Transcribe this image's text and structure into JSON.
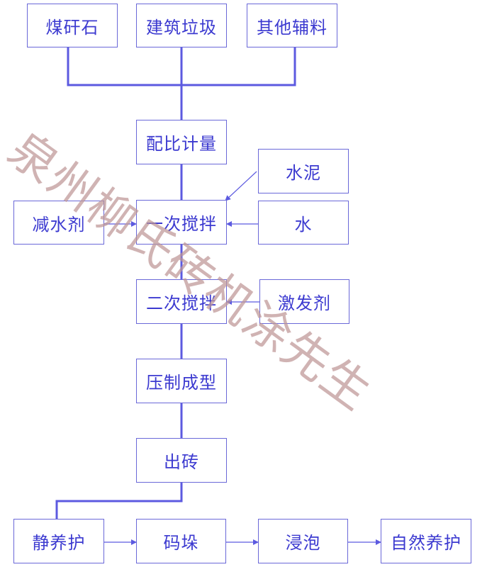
{
  "colors": {
    "box_border": "#6a68d8",
    "box_text": "#3c3ad0",
    "line": "#5c5ae0",
    "watermark": "#c09696"
  },
  "nodes": {
    "gangue": "煤矸石",
    "construction_waste": "建筑垃圾",
    "other_materials": "其他辅料",
    "proportioning": "配比计量",
    "cement": "水泥",
    "water_reducer": "减水剂",
    "first_mixing": "一次搅拌",
    "water": "水",
    "second_mixing": "二次搅拌",
    "activator": "激发剂",
    "pressing": "压制成型",
    "brick_out": "出砖",
    "static_curing": "静养护",
    "stacking": "码垛",
    "soaking": "浸泡",
    "natural_curing": "自然养护"
  },
  "watermark": "泉州柳氏砖机涂先生"
}
